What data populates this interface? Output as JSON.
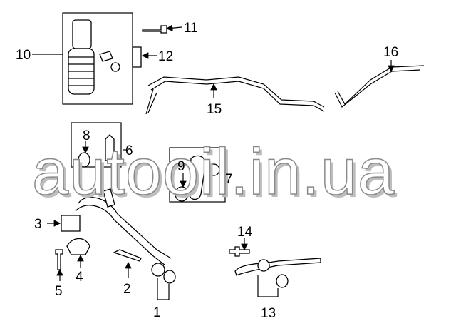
{
  "watermark": "autooil.in.ua",
  "callouts": [
    "1",
    "2",
    "3",
    "4",
    "5",
    "6",
    "7",
    "8",
    "9",
    "10",
    "11",
    "12",
    "13",
    "14",
    "15",
    "16"
  ]
}
